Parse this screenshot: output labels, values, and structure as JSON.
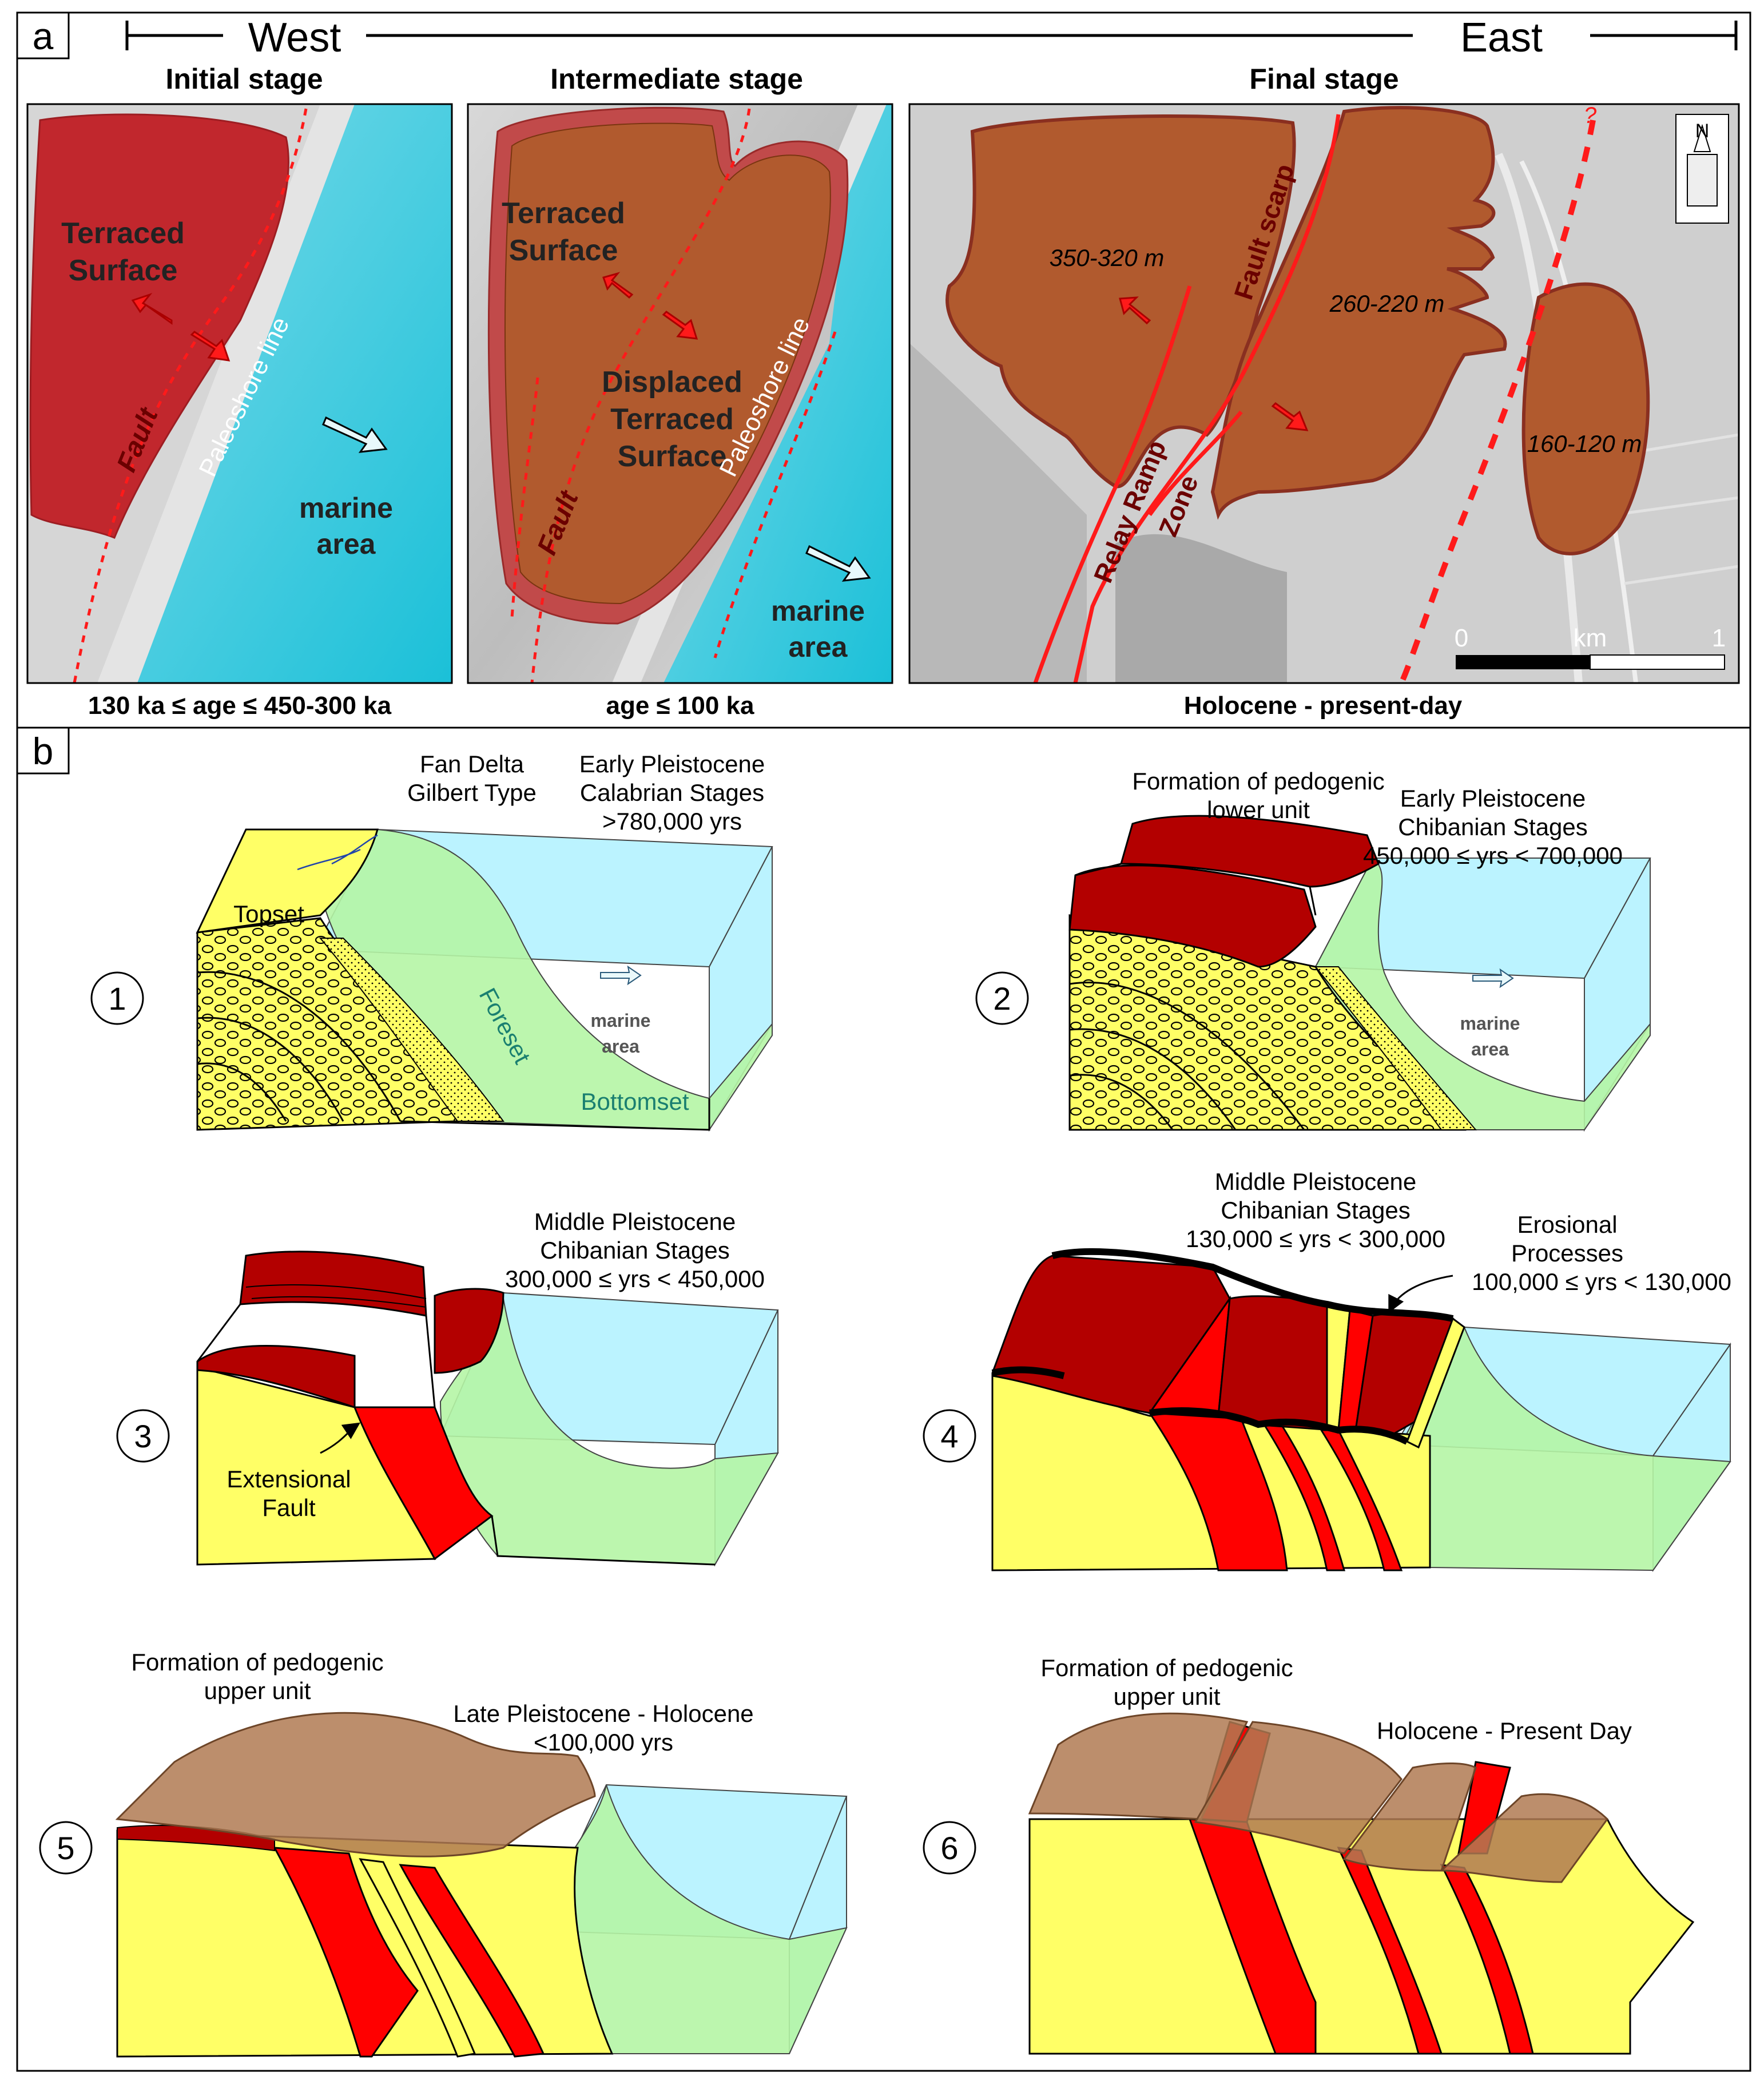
{
  "panel_a": {
    "label": "a",
    "west": "West",
    "east": "East",
    "stages": [
      {
        "title": "Initial stage",
        "age": "130 ka ≤ age ≤ 450-300 ka"
      },
      {
        "title": "Intermediate stage",
        "age": "age ≤ 100 ka"
      },
      {
        "title": "Final stage",
        "age": "Holocene - present-day"
      }
    ],
    "map1": {
      "terraced_1": "Terraced",
      "terraced_2": "Surface",
      "fault": "Fault",
      "paleoshore": "Paleoshore line",
      "marine_1": "marine",
      "marine_2": "area"
    },
    "map2": {
      "terraced_1": "Terraced",
      "terraced_2": "Surface",
      "displaced_1": "Displaced",
      "displaced_2": "Terraced",
      "displaced_3": "Surface",
      "fault": "Fault",
      "paleoshore": "Paleoshore line",
      "marine_1": "marine",
      "marine_2": "area"
    },
    "map3": {
      "elev_1": "350-320 m",
      "elev_2": "260-220 m",
      "elev_3": "160-120 m",
      "fault_scarp": "Fault scarp",
      "relay_1": "Relay Ramp",
      "relay_2": "Zone",
      "question": "?",
      "north": "N",
      "scale_0": "0",
      "scale_unit": "km",
      "scale_1": "1"
    },
    "colors": {
      "terrace_red": "#c1272d",
      "terrace_brown": "#b15a2e",
      "marine": "#3cc4dc",
      "fault": "#ff1a1a"
    }
  },
  "panel_b": {
    "label": "b",
    "blocks": [
      {
        "number": "1",
        "text": [
          "Fan Delta",
          "Gilbert Type"
        ],
        "stage": [
          "Early Pleistocene",
          "Calabrian Stages",
          ">780,000 yrs"
        ],
        "labels": {
          "topset": "Topset",
          "foreset": "Foreset",
          "bottomset": "Bottomset",
          "marine_1": "marine",
          "marine_2": "area"
        }
      },
      {
        "number": "2",
        "text": [
          "Formation of pedogenic",
          "lower unit"
        ],
        "stage": [
          "Early Pleistocene",
          "Chibanian Stages",
          "450,000 ≤ yrs < 700,000"
        ],
        "labels": {
          "marine_1": "marine",
          "marine_2": "area"
        }
      },
      {
        "number": "3",
        "stage": [
          "Middle Pleistocene",
          "Chibanian Stages",
          "300,000 ≤ yrs < 450,000"
        ],
        "labels": {
          "fault_1": "Extensional",
          "fault_2": "Fault"
        }
      },
      {
        "number": "4",
        "stage": [
          "Middle Pleistocene",
          "Chibanian Stages",
          "130,000 ≤ yrs < 300,000"
        ],
        "erosion": [
          "Erosional",
          "Processes",
          "100,000 ≤ yrs < 130,000"
        ]
      },
      {
        "number": "5",
        "text": [
          "Formation of pedogenic",
          "upper unit"
        ],
        "stage": [
          "Late Pleistocene - Holocene",
          "<100,000 yrs"
        ]
      },
      {
        "number": "6",
        "text": [
          "Formation of pedogenic",
          "upper unit"
        ],
        "stage": [
          "Holocene - Present Day"
        ]
      }
    ],
    "colors": {
      "sediment_yellow": "#ffff66",
      "pedogenic_red": "#b30000",
      "fault_block_red": "#ff0000",
      "water_cyan": "#aaf0ff",
      "water_green": "#b5f5a5",
      "upper_brown": "#b07a52"
    }
  }
}
